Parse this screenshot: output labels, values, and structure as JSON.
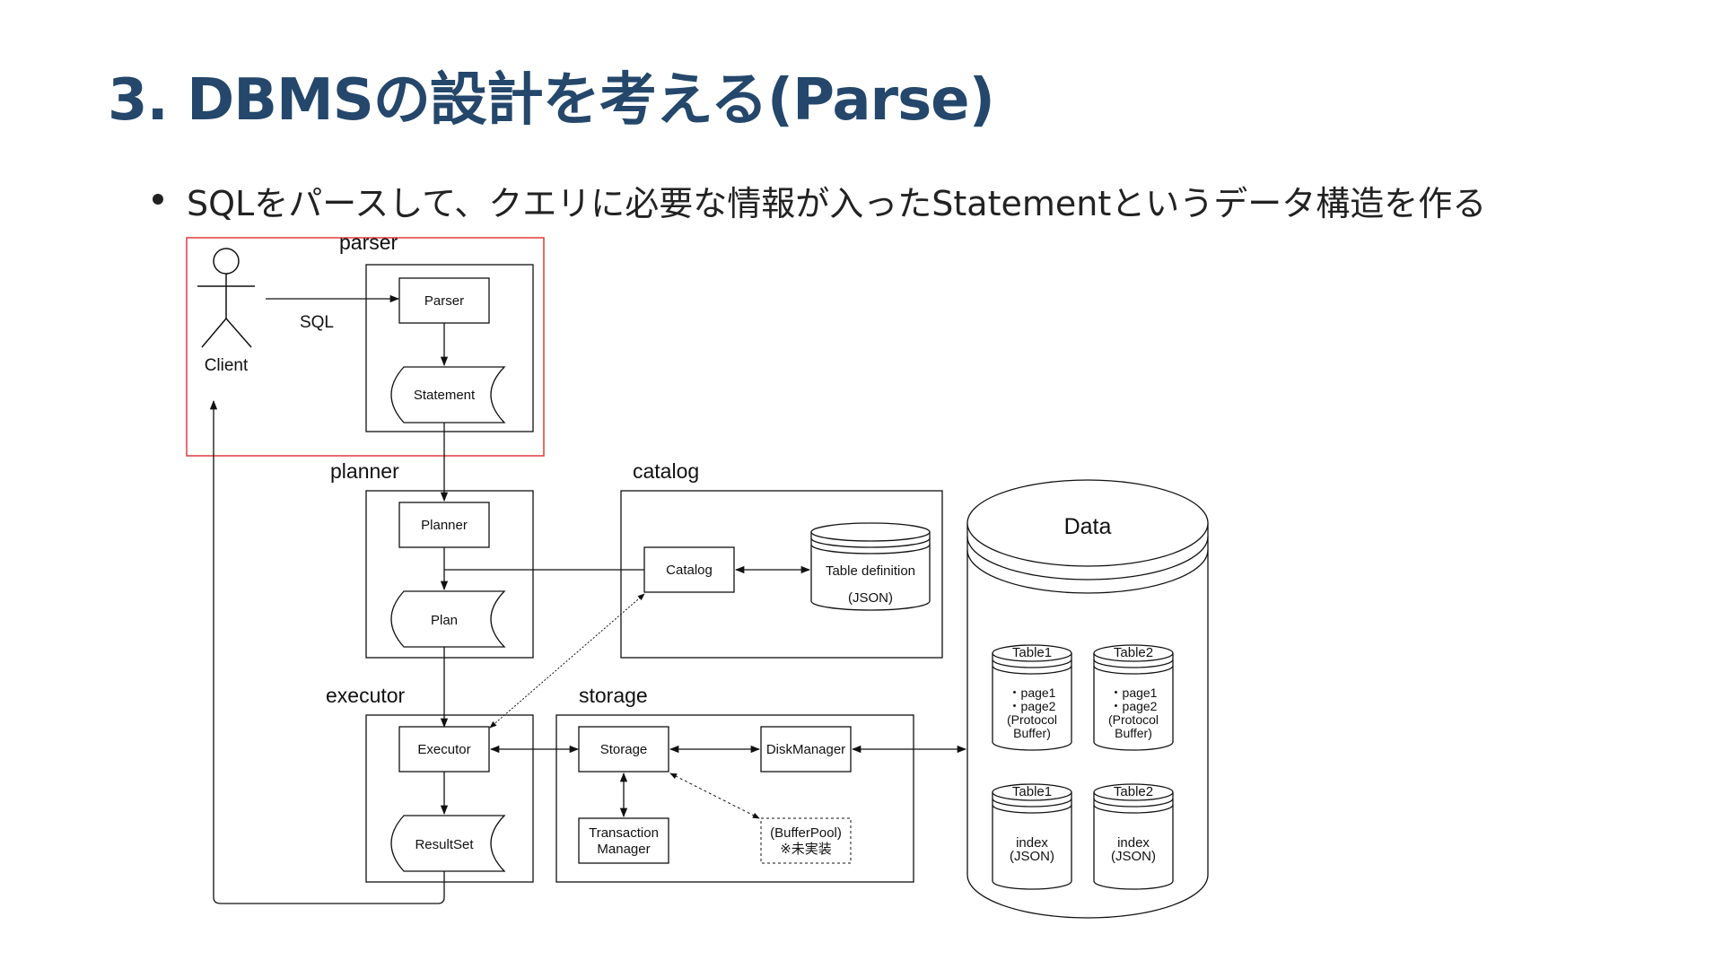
{
  "slide": {
    "title": "3. DBMSの設計を考える(Parse)",
    "bullets": [
      "SQLをパースして、クエリに必要な情報が入ったStatementというデータ構造を作る"
    ],
    "highlight_color": "#e23b3b",
    "title_color": "#24476b"
  },
  "diagram": {
    "client": {
      "label": "Client",
      "edge_label": "SQL"
    },
    "groups": {
      "parser": "parser",
      "planner": "planner",
      "catalog": "catalog",
      "executor": "executor",
      "storage": "storage"
    },
    "nodes": {
      "parser": "Parser",
      "statement": "Statement",
      "planner": "Planner",
      "plan": "Plan",
      "catalog": "Catalog",
      "table_definition_line1": "Table definition",
      "table_definition_line2": "(JSON)",
      "executor": "Executor",
      "resultset": "ResultSet",
      "storage": "Storage",
      "disk_manager": "DiskManager",
      "transaction_manager_line1": "Transaction",
      "transaction_manager_line2": "Manager",
      "buffer_pool_line1": "(BufferPool)",
      "buffer_pool_line2": "※未実装"
    },
    "data_store": {
      "title": "Data",
      "tables": [
        {
          "name": "Table1",
          "lines": [
            "・page1",
            "・page2",
            "(Protocol",
            "Buffer)"
          ]
        },
        {
          "name": "Table2",
          "lines": [
            "・page1",
            "・page2",
            "(Protocol",
            "Buffer)"
          ]
        },
        {
          "name": "Table1",
          "lines": [
            "index",
            "(JSON)"
          ]
        },
        {
          "name": "Table2",
          "lines": [
            "index",
            "(JSON)"
          ]
        }
      ]
    }
  }
}
